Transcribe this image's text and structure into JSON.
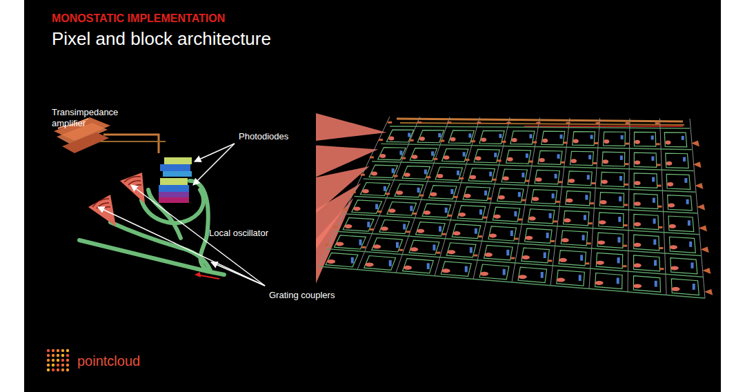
{
  "diagram": {
    "title": "Pixel and block architecture",
    "labels": [
      "MONOSTATIC IMPLEMENTATION",
      "Transimpedance amplifier",
      "Photodiodes",
      "Local oscillator",
      "Grating couplers",
      "pointcloud"
    ]
  }
}
